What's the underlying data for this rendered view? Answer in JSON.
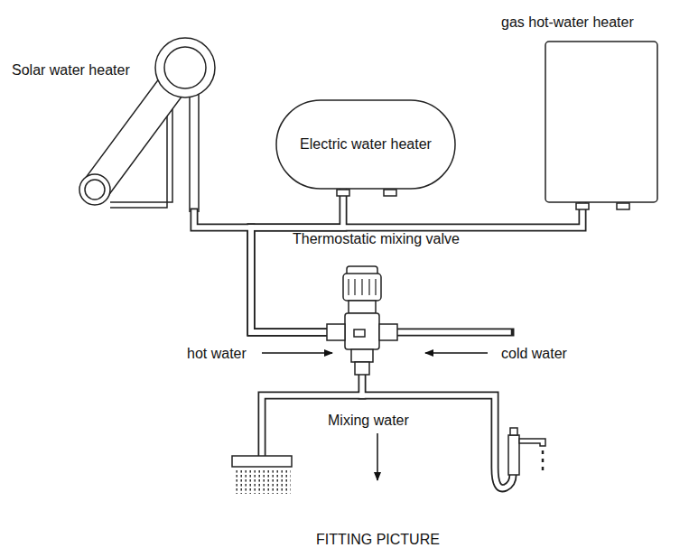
{
  "diagram": {
    "caption": "FITTING PICTURE",
    "nodes": [
      {
        "text": [
          "Solar water heater"
        ]
      },
      {
        "text": [
          "Electric water heater"
        ]
      },
      {
        "text": [
          "gas hot-water heater"
        ]
      },
      {
        "text": [
          "Thermostatic mixing valve"
        ]
      }
    ],
    "edges": [
      {
        "from": 0,
        "to": 3,
        "arrow": "none"
      },
      {
        "from": 1,
        "to": 3,
        "arrow": "none"
      },
      {
        "from": 2,
        "to": 3,
        "arrow": "none"
      }
    ],
    "labels": [
      "hot water",
      "cold water",
      "Mixing water"
    ]
  }
}
